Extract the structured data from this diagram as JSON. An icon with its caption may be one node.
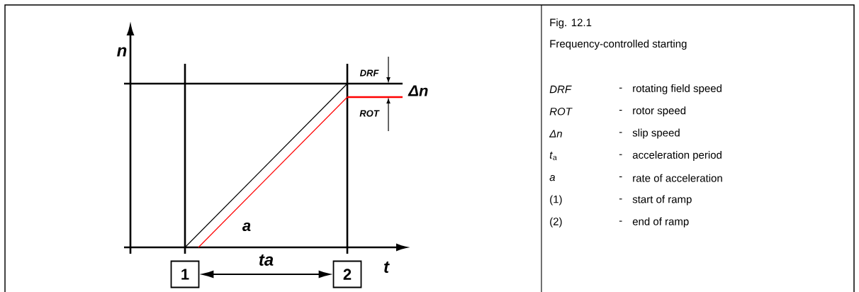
{
  "diagram": {
    "title": "Fig. 12.1",
    "caption": "Frequency-controlled starting",
    "nodes": [
      {
        "text": [
          "1"
        ]
      },
      {
        "text": [
          "2"
        ]
      }
    ],
    "edges": [
      {
        "from": 0,
        "to": 1,
        "arrow": "both",
        "label": "ta"
      }
    ],
    "labels": [
      "n",
      "DRF",
      "Δn",
      "ROT",
      "a",
      "t",
      "DRF",
      "-",
      "rotating field speed",
      "ROT",
      "-",
      "rotor speed",
      "Δn",
      "-",
      "slip speed",
      "*t*$_{a}$",
      "-",
      "acceleration period",
      "a",
      "-",
      "rate of acceleration",
      "(1)",
      "-",
      "start of ramp",
      "(2)",
      "-",
      "end of ramp"
    ]
  }
}
